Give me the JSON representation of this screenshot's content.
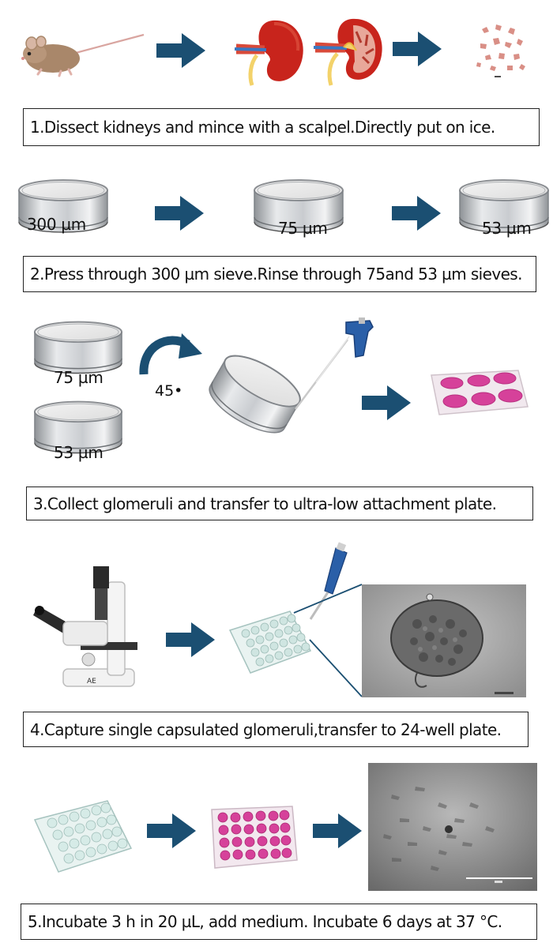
{
  "steps": [
    {
      "label": "1.Dissect kidneys and mince with a scalpel.Directly put on ice."
    },
    {
      "label": "2.Press through 300 µm sieve.Rinse through 75and 53 µm sieves."
    },
    {
      "label": "3.Collect glomeruli and transfer to ultra-low attachment plate."
    },
    {
      "label": "4.Capture single capsulated glomeruli,transfer to 24-well plate."
    },
    {
      "label": "5.Incubate 3 h in 20 µL, add medium. Incubate 6 days at 37 °C."
    }
  ],
  "sieves": {
    "s300": "300 µm",
    "s75": "75 µm",
    "s53": "53 µm",
    "s75b": "75 µm",
    "s53b": "53 µm"
  },
  "angle": "45•",
  "colors": {
    "arrow": "#1b4f72",
    "kidney": "#c8241c",
    "metal": "#b9bcc0",
    "pink_medium": "#d6419a",
    "pipette_blue": "#2a5fa8"
  },
  "icons": {
    "mouse": "mouse-icon",
    "kidney": "kidney-icon",
    "kidney_section": "kidney-section-icon",
    "minced_tissue": "minced-tissue-icon",
    "sieve": "sieve-icon",
    "pipette": "pipette-icon",
    "plate": "well-plate-icon",
    "microscope": "microscope-icon",
    "curved_arrow": "curved-arrow-icon"
  }
}
